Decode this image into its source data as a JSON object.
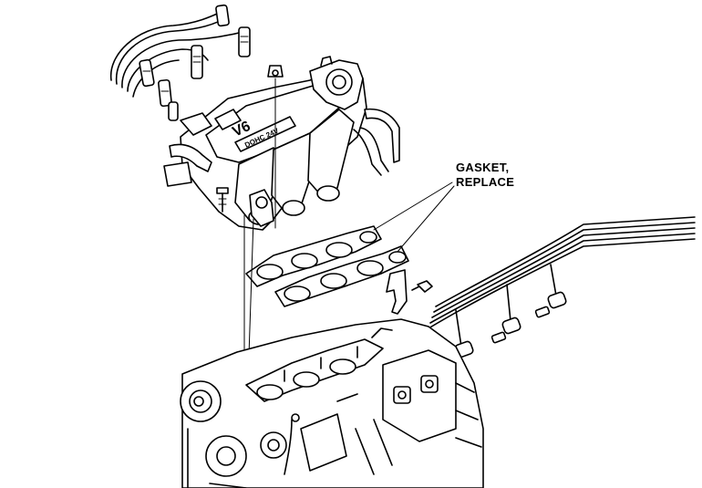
{
  "callout": {
    "line1": "GASKET,",
    "line2": "REPLACE"
  },
  "manifold_badge": {
    "model": "V6",
    "text": "DOHC 24V"
  },
  "colors": {
    "ink": "#000000",
    "paper": "#ffffff"
  }
}
